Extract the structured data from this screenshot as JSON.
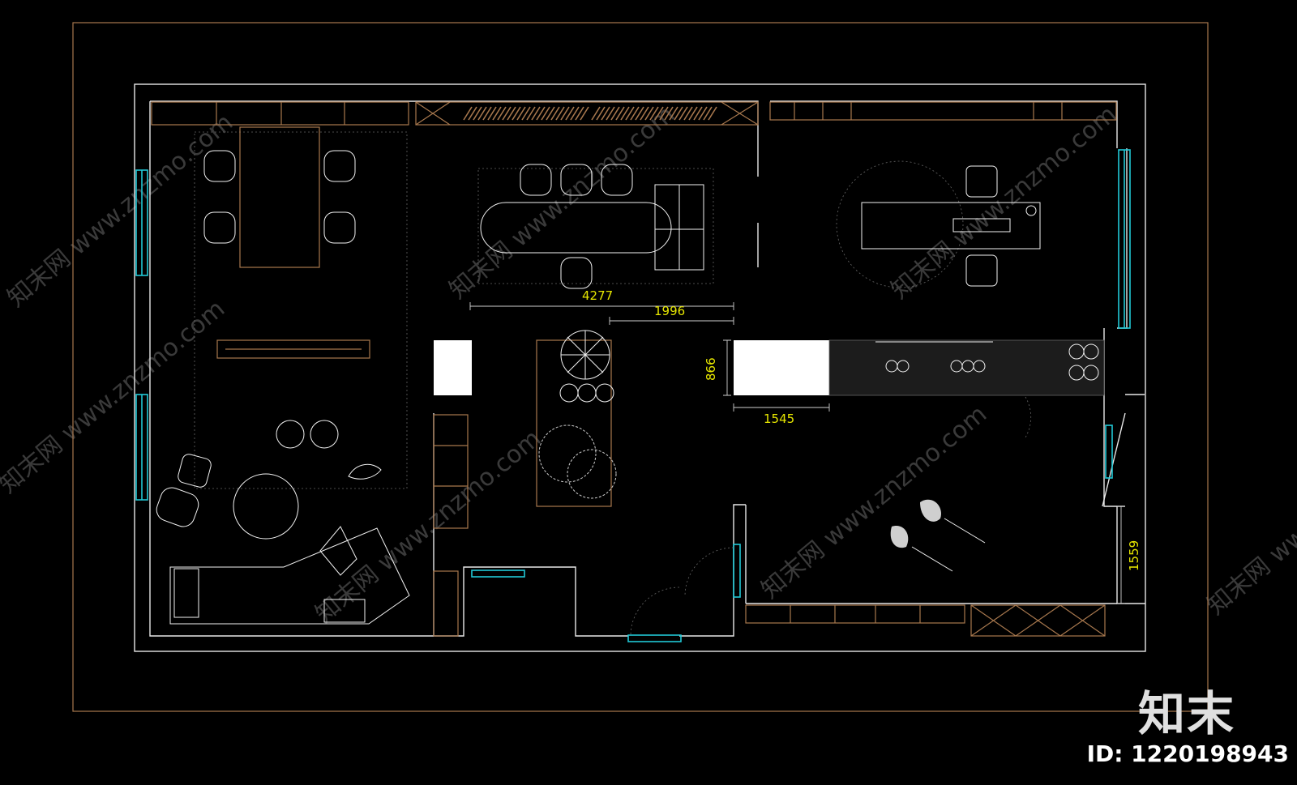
{
  "dimensions": [
    "4277",
    "1996",
    "866",
    "1545",
    "1559"
  ],
  "watermark": {
    "brand": "知末",
    "image_id": "ID: 1220198943",
    "site": "知末网 www.znzmo.com"
  },
  "colors": {
    "background": "#000000",
    "walls": "#e8e8e8",
    "cabinets": "#a8784e",
    "windows": "#20c8d6",
    "dimension_text": "#e6e600"
  }
}
